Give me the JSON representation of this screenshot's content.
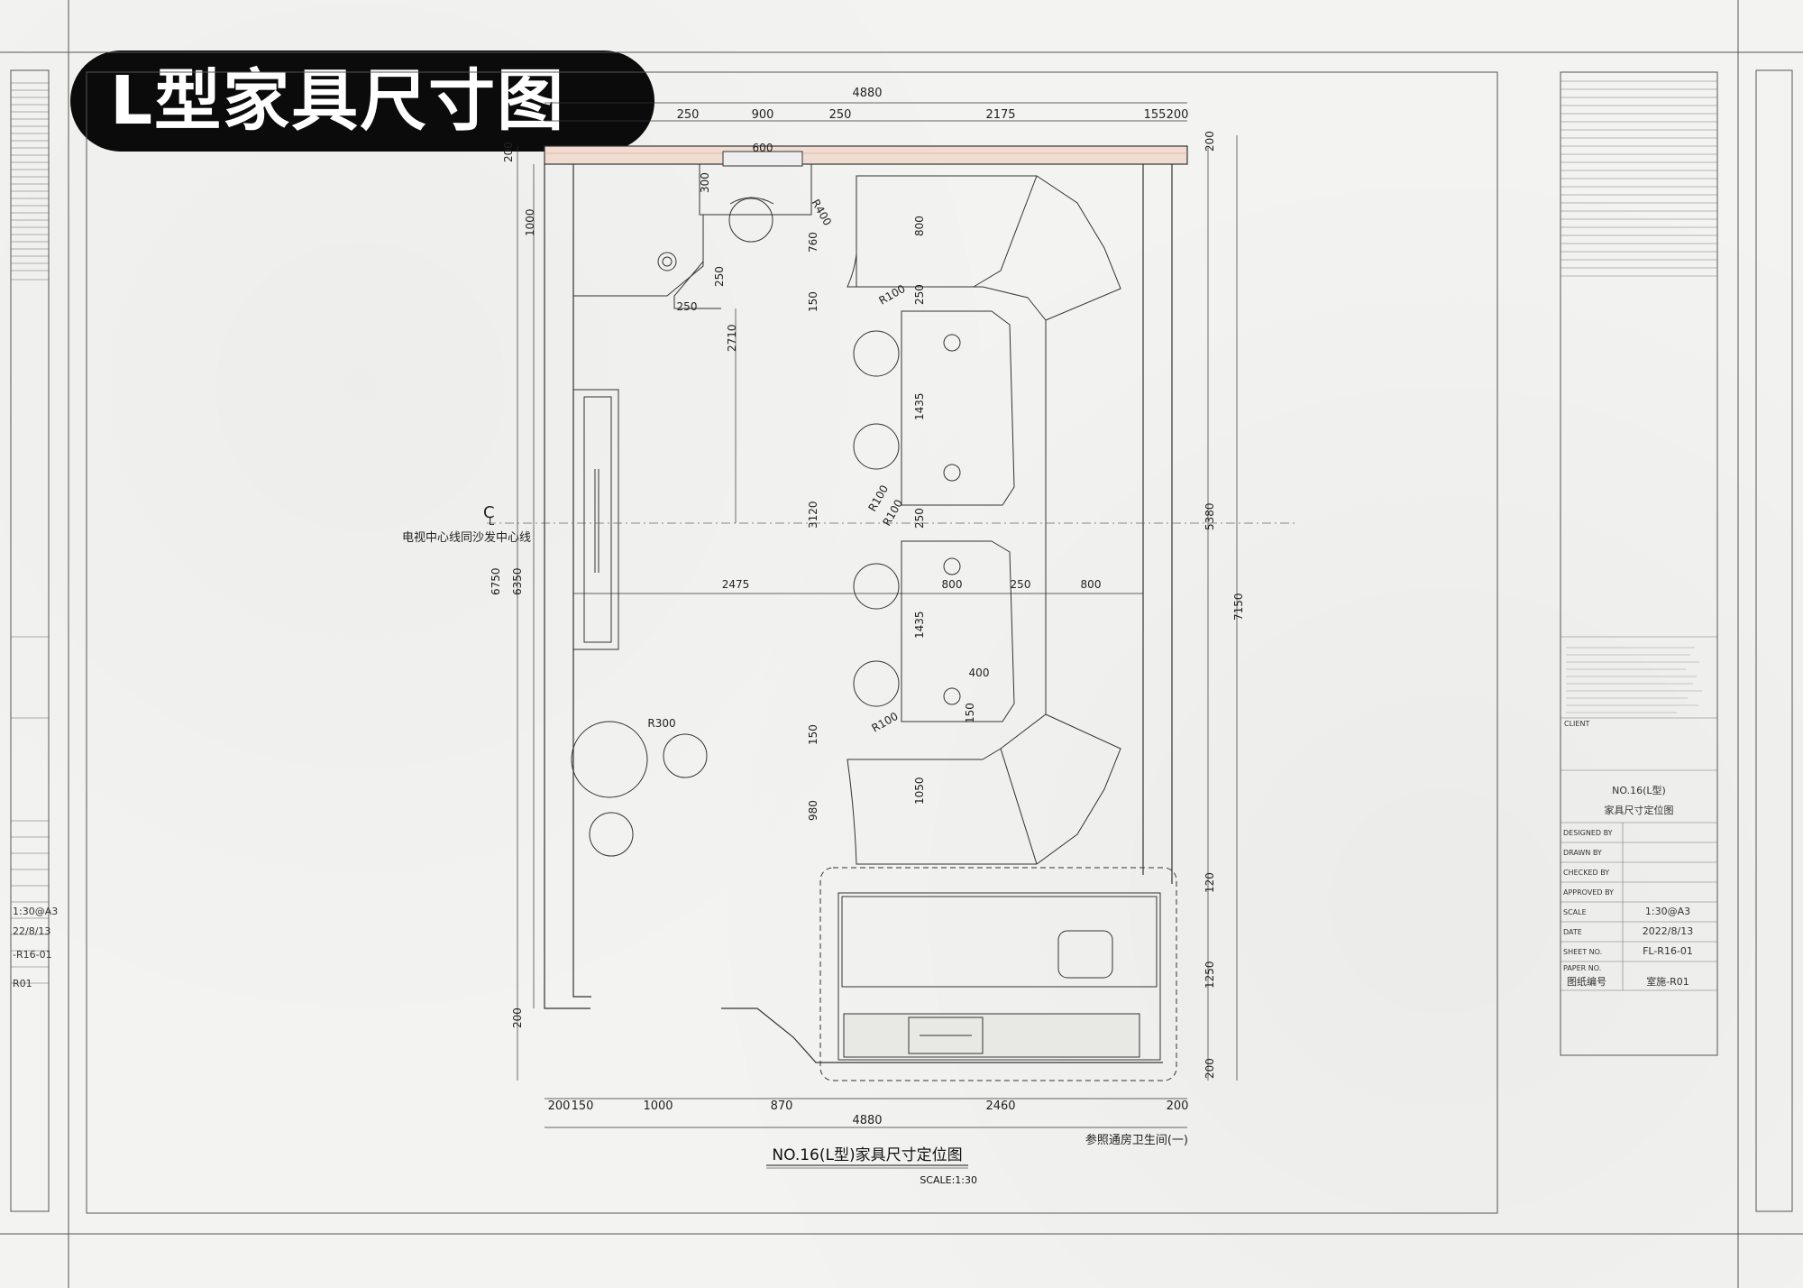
{
  "banner": {
    "title": "L型家具尺寸图"
  },
  "drawing": {
    "title": "NO.16(L型)家具尺寸定位图",
    "scale": "SCALE:1:30",
    "centerline_symbol": "C",
    "centerline_symbol_sub": "L",
    "centerline_note": "电视中心线同沙发中心线",
    "reference_note": "参照通房卫生间(一)",
    "dims_top": [
      "250",
      "900",
      "250",
      "2175",
      "155",
      "200"
    ],
    "dim_top_total": "4880",
    "dims_bottom": [
      "200",
      "150",
      "1000",
      "870",
      "2460",
      "200"
    ],
    "dim_bottom_total": "4880",
    "dims_right": [
      "200",
      "5380",
      "120",
      "1250",
      "200"
    ],
    "dim_right_total": "7150",
    "dims_left": [
      "200",
      "1000",
      "6750",
      "6350",
      "200"
    ],
    "dims_interior": {
      "desk_width": "600",
      "desk_300": "300",
      "desk_r": "R400",
      "d250a": "250",
      "d250b": "250",
      "d760": "760",
      "d150a": "150",
      "d2710": "2710",
      "d3120": "3120",
      "d800a": "800",
      "d250c": "250",
      "d1435a": "1435",
      "d250d": "250",
      "d1435b": "1435",
      "d150b": "150",
      "d150c": "150",
      "d1050": "1050",
      "d980": "980",
      "d400": "400",
      "d2475": "2475",
      "d800b": "800",
      "d250e": "250",
      "d800c": "800",
      "r100a": "R100",
      "r100b": "R100",
      "r100c": "R100",
      "r100d": "R100",
      "r300": "R300"
    }
  },
  "title_block": {
    "client_label": "CLIENT",
    "title_no": "NO.16(L型)",
    "title_name": "家具尺寸定位图",
    "rows": [
      {
        "label": "DESIGNED BY",
        "value": ""
      },
      {
        "label": "DRAWN BY",
        "value": ""
      },
      {
        "label": "CHECKED BY",
        "value": ""
      },
      {
        "label": "APPROVED BY",
        "value": ""
      },
      {
        "label": "SCALE",
        "value": "1:30@A3"
      },
      {
        "label": "DATE",
        "value": "2022/8/13"
      },
      {
        "label": "SHEET NO.",
        "value": "FL-R16-01"
      },
      {
        "label": "PAPER NO.",
        "value": "室施-R01"
      }
    ],
    "paper_sub": "图纸编号"
  },
  "left_block": {
    "scale": "1:30@A3",
    "date": "22/8/13",
    "sheet": "-R16-01",
    "paper": "R01"
  }
}
